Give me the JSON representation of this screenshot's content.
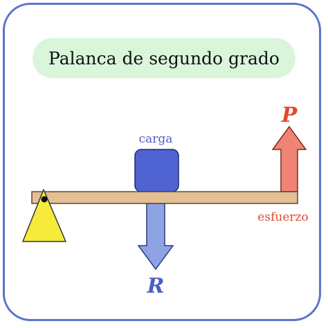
{
  "diagram": {
    "title": "Palanca de segundo grado",
    "load_label": "carga",
    "effort_label": "esfuerzo",
    "effort_symbol": "P",
    "resistance_symbol": "R"
  },
  "colors": {
    "frame": "#5b73cf",
    "title_pill": "#d9f5da",
    "lever_bar": "#e3bf93",
    "fulcrum": "#f6ea3a",
    "load_block": "#4f63d2",
    "resistance_arrow": "#8ea3e3",
    "effort_arrow": "#f08474",
    "blue_text": "#4a5fc1",
    "red_text": "#e2492a"
  },
  "icons": {
    "fulcrum": "triangle-fulcrum-icon",
    "effort": "arrow-up-icon",
    "resistance": "arrow-down-icon"
  }
}
